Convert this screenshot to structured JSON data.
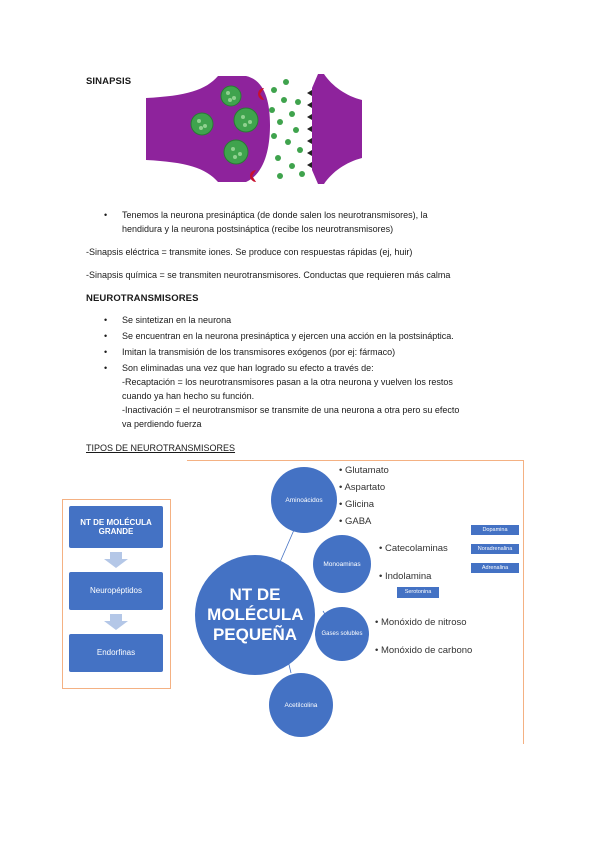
{
  "synapse": {
    "title": "SINAPSIS",
    "bullet1_line1": "Tenemos la neurona presináptica (de donde salen los neurotransmisores), la",
    "bullet1_line2": "hendidura y la neurona postsináptica (recibe los neurotransmisores)",
    "electric": "-Sinapsis eléctrica = transmite iones. Se produce con respuestas rápidas (ej, huir)",
    "chemical": "-Sinapsis química = se transmiten neurotransmisores. Conductas que requieren más calma"
  },
  "neuro": {
    "title": "NEUROTRANSMISORES",
    "b1": "Se sintetizan en la neurona",
    "b2": "Se encuentran en la neurona presináptica y ejercen una acción en la postsináptica.",
    "b3": "Imitan la transmisión de los transmisores exógenos (por ej: fármaco)",
    "b4": "Son eliminadas una vez que han logrado su efecto a través de:",
    "b4_l2": "-Recaptación = los neurotransmisores pasan a la otra neurona y vuelven los restos",
    "b4_l3": "cuando ya han hecho su función.",
    "b4_l4": "-Inactivación = el neurotransmisor se transmite de una neurona a otra pero su efecto",
    "b4_l5": "va perdiendo fuerza"
  },
  "tipos": {
    "title": "TIPOS DE NEUROTRANSMISORES",
    "large": {
      "header": "NT DE MOLÉCULA GRANDE",
      "box1": "Neuropéptidos",
      "box2": "Endorfinas"
    },
    "small": {
      "center": "NT DE MOLÉCULA PEQUEÑA",
      "aminoacidos": "Aminoácidos",
      "amino_items": [
        "Glutamato",
        "Aspartato",
        "Glicina",
        "GABA"
      ],
      "monoaminas": "Monoaminas",
      "catecolaminas": "Catecolaminas",
      "cat_items": [
        "Dopamina",
        "Noradrenalina",
        "Adrenalina"
      ],
      "indolamina": "Indolamina",
      "serotonina": "Serotonina",
      "gases": "Gases solubles",
      "gas_items": [
        "Monóxido de nitroso",
        "Monóxido de carbono"
      ],
      "acetilcolina": "Acetilcolina"
    }
  },
  "colors": {
    "blue": "#4472c4",
    "purple": "#8e239c",
    "green": "#3fa34d",
    "red": "#c8102e",
    "orange": "#f4b183"
  }
}
